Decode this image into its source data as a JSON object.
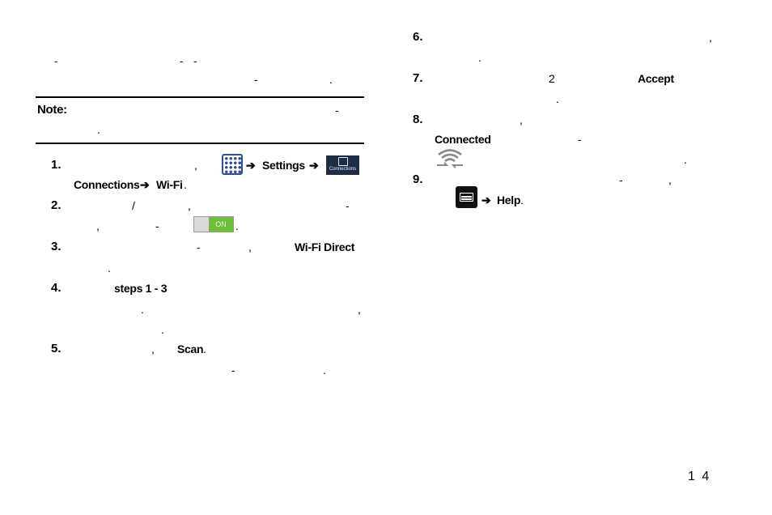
{
  "left": {
    "intro_line1_a": "-",
    "intro_line1_b": "-",
    "intro_line1_c": "-",
    "intro_line2_a": "-",
    "intro_line2_b": ".",
    "note": {
      "label": "Note:",
      "dash": "-",
      "period": "."
    },
    "steps": [
      {
        "number": "1.",
        "comma": ",",
        "arrow1": "➔",
        "settings": "Settings",
        "arrow2": "➔",
        "connections_icon_label": "Connections",
        "line2_connections": "Connections",
        "line2_arrow": "➔",
        "line2_wifi": "Wi-Fi",
        "line2_period": "."
      },
      {
        "number": "2.",
        "slash": "/",
        "comma1": ",",
        "dash1": "-",
        "comma2": ",",
        "dash2": "-",
        "toggle_label": "ON",
        "period": "."
      },
      {
        "number": "3.",
        "dash": "-",
        "comma": ",",
        "wifi_direct": "Wi-Fi Direct",
        "period": "."
      },
      {
        "number": "4.",
        "steps_ref": "steps 1 - 3",
        "period1": ".",
        "comma": ",",
        "period2": "."
      },
      {
        "number": "5.",
        "comma": ",",
        "scan": "Scan",
        "scan_period": ".",
        "dash": "-",
        "period": "."
      }
    ]
  },
  "right": {
    "steps": [
      {
        "number": "6.",
        "comma": ",",
        "period": "."
      },
      {
        "number": "7.",
        "two": "2",
        "accept": "Accept",
        "period": "."
      },
      {
        "number": "8.",
        "comma": ",",
        "connected": "Connected",
        "dash": "-",
        "period": "."
      },
      {
        "number": "9.",
        "dash": "-",
        "comma": ",",
        "arrow": "➔",
        "help": "Help",
        "period": "."
      }
    ]
  },
  "page_number": "1 4",
  "colors": {
    "apps_icon": "#2b4d9a",
    "connections_icon_bg": "#1f2d44",
    "toggle_on": "#6fbf3a",
    "menu_icon_bg": "#111111",
    "wifi_icon": "#8a8a8a"
  }
}
